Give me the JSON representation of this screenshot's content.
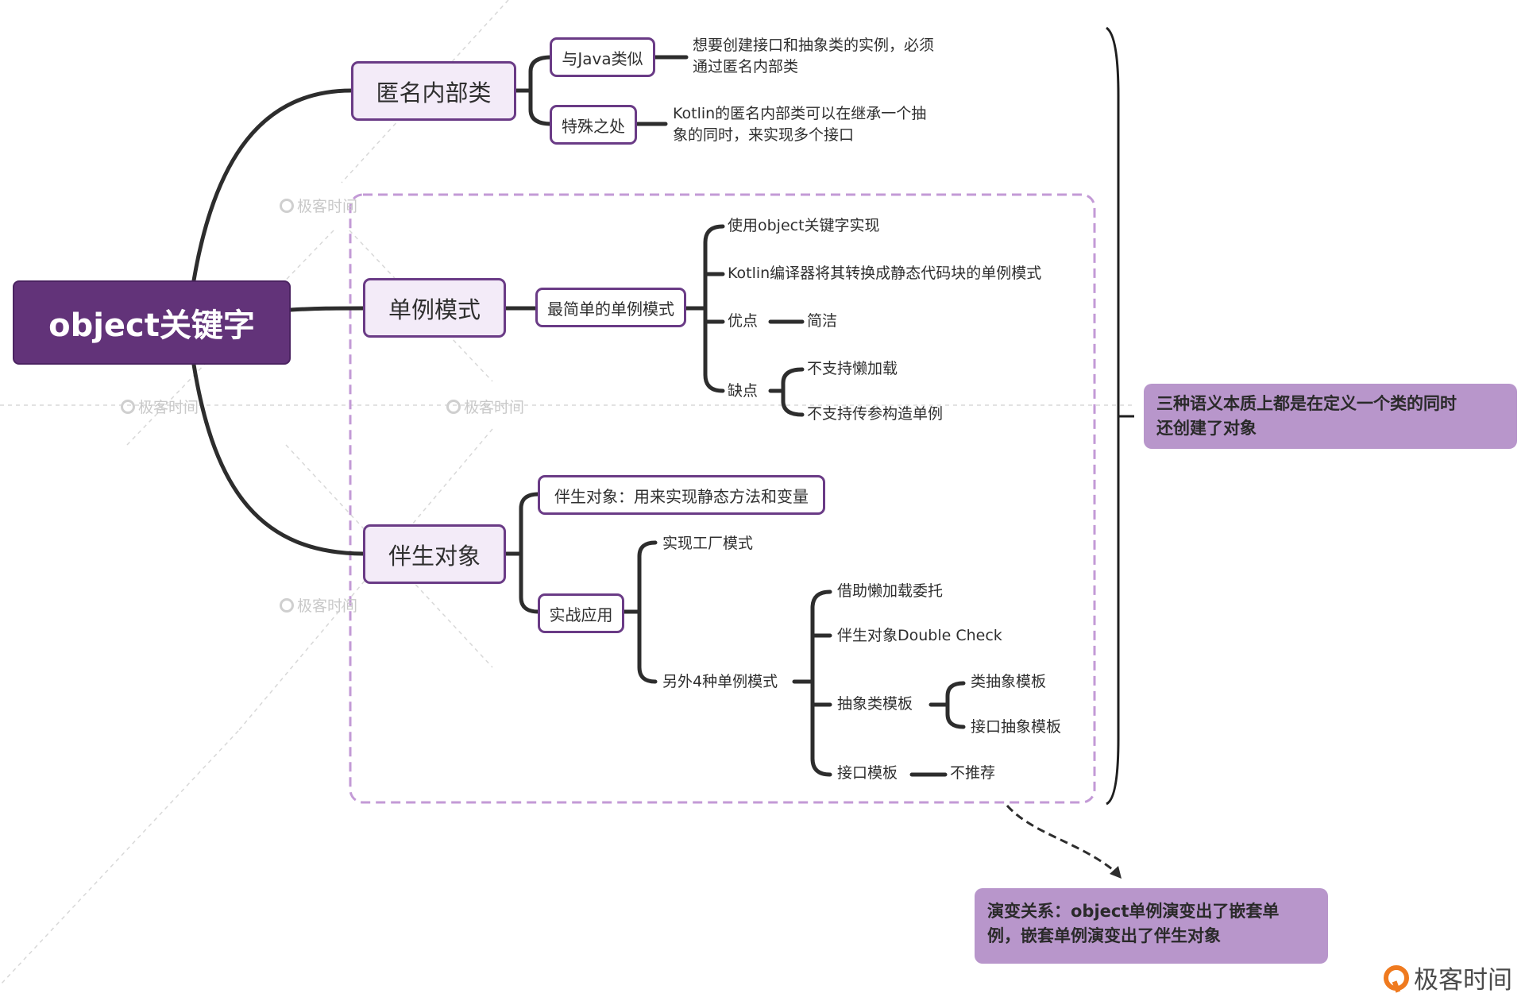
{
  "root": {
    "label": "object关键字"
  },
  "branches": [
    {
      "label": "匿名内部类",
      "children": [
        {
          "label": "与Java类似",
          "detail": "想要创建接口和抽象类的实例，必须通过匿名内部类",
          "detail_lines": [
            "想要创建接口和抽象类的实例，必须",
            "通过匿名内部类"
          ]
        },
        {
          "label": "特殊之处",
          "detail": "Kotlin的匿名内部类可以在继承一个抽象的同时，来实现多个接口",
          "detail_lines": [
            "Kotlin的匿名内部类可以在继承一个抽",
            "象的同时，来实现多个接口"
          ]
        }
      ]
    },
    {
      "label": "单例模式",
      "children": [
        {
          "label": "最简单的单例模式",
          "children": [
            {
              "label": "使用object关键字实现"
            },
            {
              "label": "Kotlin编译器将其转换成静态代码块的单例模式"
            },
            {
              "label": "优点",
              "children": [
                {
                  "label": "简洁"
                }
              ]
            },
            {
              "label": "缺点",
              "children": [
                {
                  "label": "不支持懒加载"
                },
                {
                  "label": "不支持传参构造单例"
                }
              ]
            }
          ]
        }
      ]
    },
    {
      "label": "伴生对象",
      "children": [
        {
          "label": "伴生对象：用来实现静态方法和变量"
        },
        {
          "label": "实战应用",
          "children": [
            {
              "label": "实现工厂模式"
            },
            {
              "label": "另外4种单例模式",
              "children": [
                {
                  "label": "借助懒加载委托"
                },
                {
                  "label": "伴生对象Double Check"
                },
                {
                  "label": "抽象类模板",
                  "children": [
                    {
                      "label": "类抽象模板"
                    },
                    {
                      "label": "接口抽象模板"
                    }
                  ]
                },
                {
                  "label": "接口模板",
                  "children": [
                    {
                      "label": "不推荐"
                    }
                  ]
                }
              ]
            }
          ]
        }
      ]
    }
  ],
  "summary_note": {
    "line1": "三种语义本质上都是在定义一个类的同时",
    "line2": "还创建了对象"
  },
  "evolution_note": {
    "line1": "演变关系：object单例演变出了嵌套单",
    "line2": "例，嵌套单例演变出了伴生对象"
  },
  "watermark": {
    "text": "极客时间"
  },
  "brand": {
    "text": "极客时间"
  },
  "colors": {
    "root": "#623379",
    "main_fill": "#f3ebf8",
    "border": "#6a3b86",
    "note": "#b896cb",
    "boundary": "#c39ad6",
    "brand": "#ef7a1f"
  }
}
